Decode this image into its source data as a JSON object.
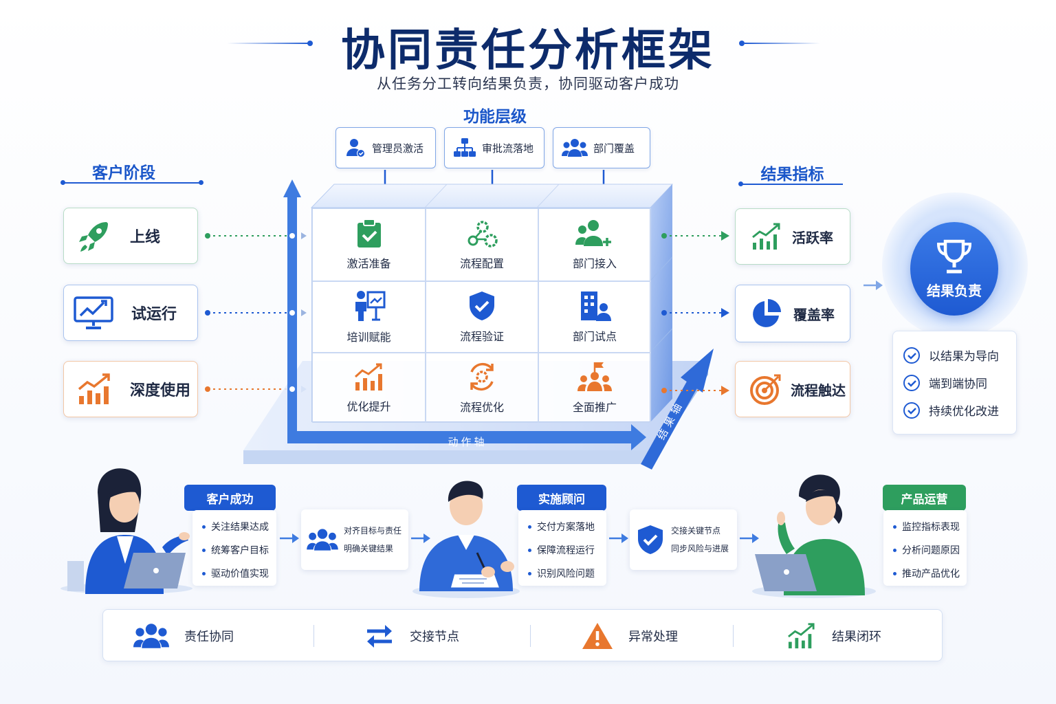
{
  "header": {
    "title": "协同责任分析框架",
    "subtitle": "从任务分工转向结果负责，协同驱动客户成功"
  },
  "function_layer": {
    "title": "功能层级",
    "items": [
      {
        "label": "管理员激活",
        "icon": "admin-check-icon"
      },
      {
        "label": "审批流落地",
        "icon": "org-chart-icon"
      },
      {
        "label": "部门覆盖",
        "icon": "team-icon"
      }
    ]
  },
  "customer_stage": {
    "title": "客户阶段",
    "items": [
      {
        "label": "上线",
        "icon": "rocket-icon",
        "color": "#2e9e5e"
      },
      {
        "label": "试运行",
        "icon": "monitor-chart-icon",
        "color": "#1e5ad2"
      },
      {
        "label": "深度使用",
        "icon": "growth-bars-icon",
        "color": "#e8772e"
      }
    ]
  },
  "result_metrics": {
    "title": "结果指标",
    "items": [
      {
        "label": "活跃率",
        "icon": "trend-bars-icon",
        "color": "#2e9e5e"
      },
      {
        "label": "覆盖率",
        "icon": "pie-chart-icon",
        "color": "#1e5ad2"
      },
      {
        "label": "流程触达",
        "icon": "target-icon",
        "color": "#e8772e"
      }
    ]
  },
  "matrix": {
    "rows": [
      [
        {
          "label": "激活准备",
          "icon": "clipboard-check-icon"
        },
        {
          "label": "流程配置",
          "icon": "gears-icon"
        },
        {
          "label": "部门接入",
          "icon": "team-add-icon"
        }
      ],
      [
        {
          "label": "培训赋能",
          "icon": "trainer-icon"
        },
        {
          "label": "流程验证",
          "icon": "shield-check-icon"
        },
        {
          "label": "部门试点",
          "icon": "building-user-icon"
        }
      ],
      [
        {
          "label": "优化提升",
          "icon": "growth-bars-icon"
        },
        {
          "label": "流程优化",
          "icon": "refresh-gear-icon"
        },
        {
          "label": "全面推广",
          "icon": "flag-team-icon"
        }
      ]
    ],
    "x_axis": "动作轴",
    "z_axis": "结果轴"
  },
  "outcome": {
    "badge": "结果负责",
    "icon": "trophy-icon",
    "checks": [
      "以结果为导向",
      "端到端协同",
      "持续优化改进"
    ]
  },
  "roles": [
    {
      "title": "客户成功",
      "color": "#1e5ad2",
      "bullets": [
        "关注结果达成",
        "统筹客户目标",
        "驱动价值实现"
      ]
    },
    {
      "title": "实施顾问",
      "color": "#1e5ad2",
      "bullets": [
        "交付方案落地",
        "保障流程运行",
        "识别风险问题"
      ]
    },
    {
      "title": "产品运营",
      "color": "#2e9e5e",
      "bullets": [
        "监控指标表现",
        "分析问题原因",
        "推动产品优化"
      ]
    }
  ],
  "handoffs": [
    {
      "lines": [
        "对齐目标与责任",
        "明确关键结果"
      ],
      "icon": "team-icon"
    },
    {
      "lines": [
        "交接关键节点",
        "同步风险与进展"
      ],
      "icon": "shield-check-icon"
    }
  ],
  "bottom_bar": [
    {
      "label": "责任协同",
      "icon": "team-icon",
      "color": "#1e5ad2"
    },
    {
      "label": "交接节点",
      "icon": "swap-arrows-icon",
      "color": "#1e5ad2"
    },
    {
      "label": "异常处理",
      "icon": "warning-icon",
      "color": "#e8772e"
    },
    {
      "label": "结果闭环",
      "icon": "trend-bars-icon",
      "color": "#2e9e5e"
    }
  ]
}
